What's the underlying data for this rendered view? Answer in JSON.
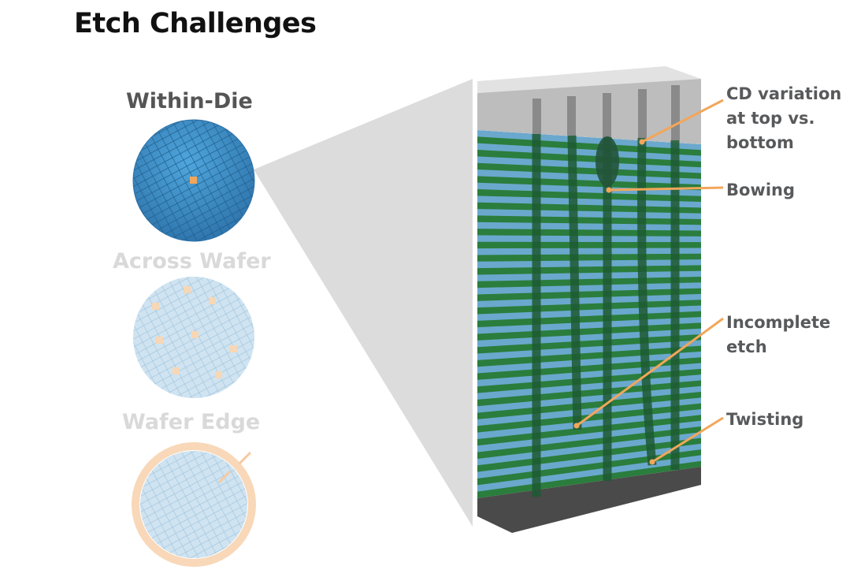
{
  "title": "Etch Challenges",
  "wafers": [
    {
      "label": "Within-Die",
      "active": true
    },
    {
      "label": "Across Wafer",
      "active": false
    },
    {
      "label": "Wafer Edge",
      "active": false
    }
  ],
  "annotations": {
    "cd_variation": "CD variation\nat top vs.\nbottom",
    "bowing": "Bowing",
    "incomplete_etch": "Incomplete\netch",
    "twisting": "Twisting"
  },
  "colors": {
    "accent": "#f2a65a",
    "wafer": "#3f8fc7",
    "green_layer": "#2a7d3c",
    "blue_layer": "#6ba8cd",
    "mask": "#bdbdbd",
    "substrate": "#4a4a4a"
  }
}
